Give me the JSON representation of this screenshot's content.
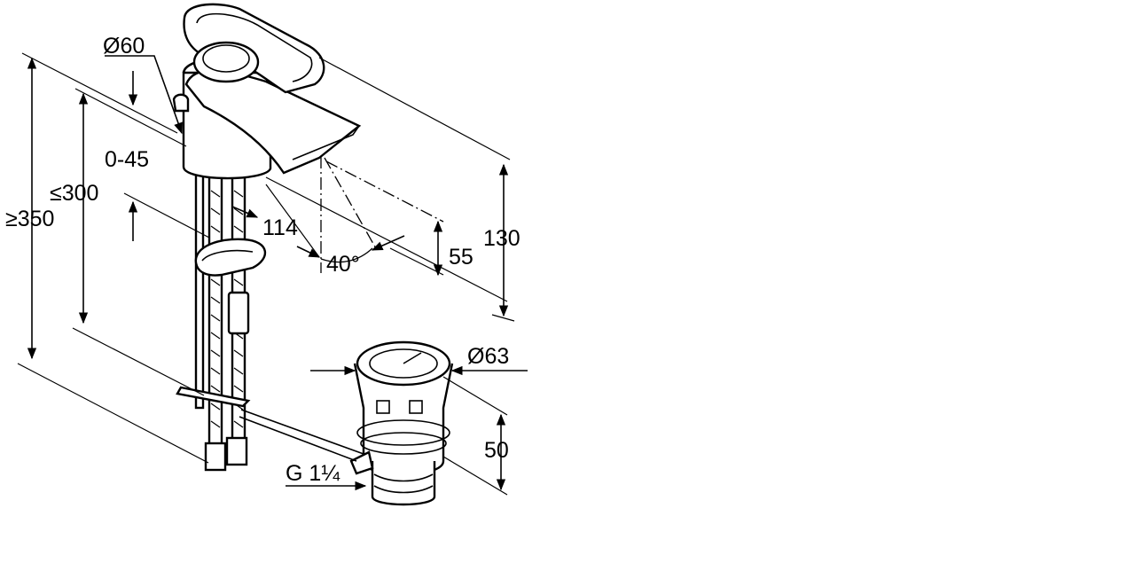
{
  "dimensions": {
    "body_diameter": "Ø60",
    "adjust_range": "0-45",
    "max_height": "≤300",
    "min_length": "≥350",
    "spout_projection": "114",
    "spray_angle": "40°",
    "spout_height": "55",
    "total_height": "130",
    "waste_diameter": "Ø63",
    "waste_height": "50",
    "waste_thread": "G 1¼"
  }
}
